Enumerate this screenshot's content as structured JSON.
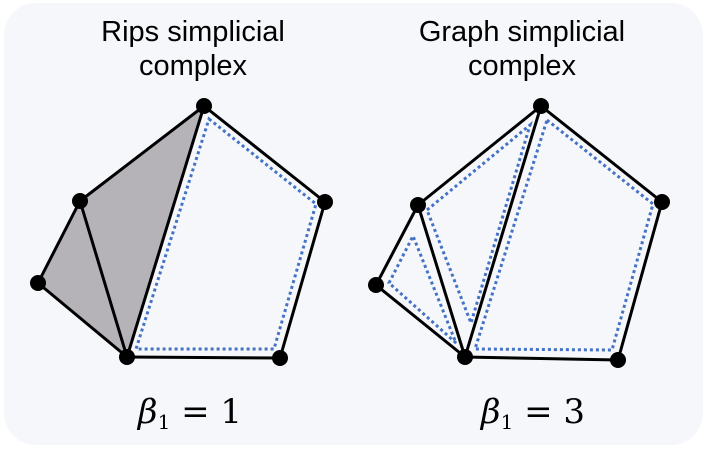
{
  "left": {
    "title": "Rips simplicial complex",
    "beta_symbol": "β",
    "beta_sub": "1",
    "beta_value": "= 1"
  },
  "right": {
    "title": "Graph simplicial complex",
    "beta_symbol": "β",
    "beta_sub": "1",
    "beta_value": "= 3"
  },
  "colors": {
    "panel": "#f6f7fb",
    "filled_triangle": "#b5b3b7",
    "edge": "#000000",
    "cycle": "#4472c4"
  }
}
